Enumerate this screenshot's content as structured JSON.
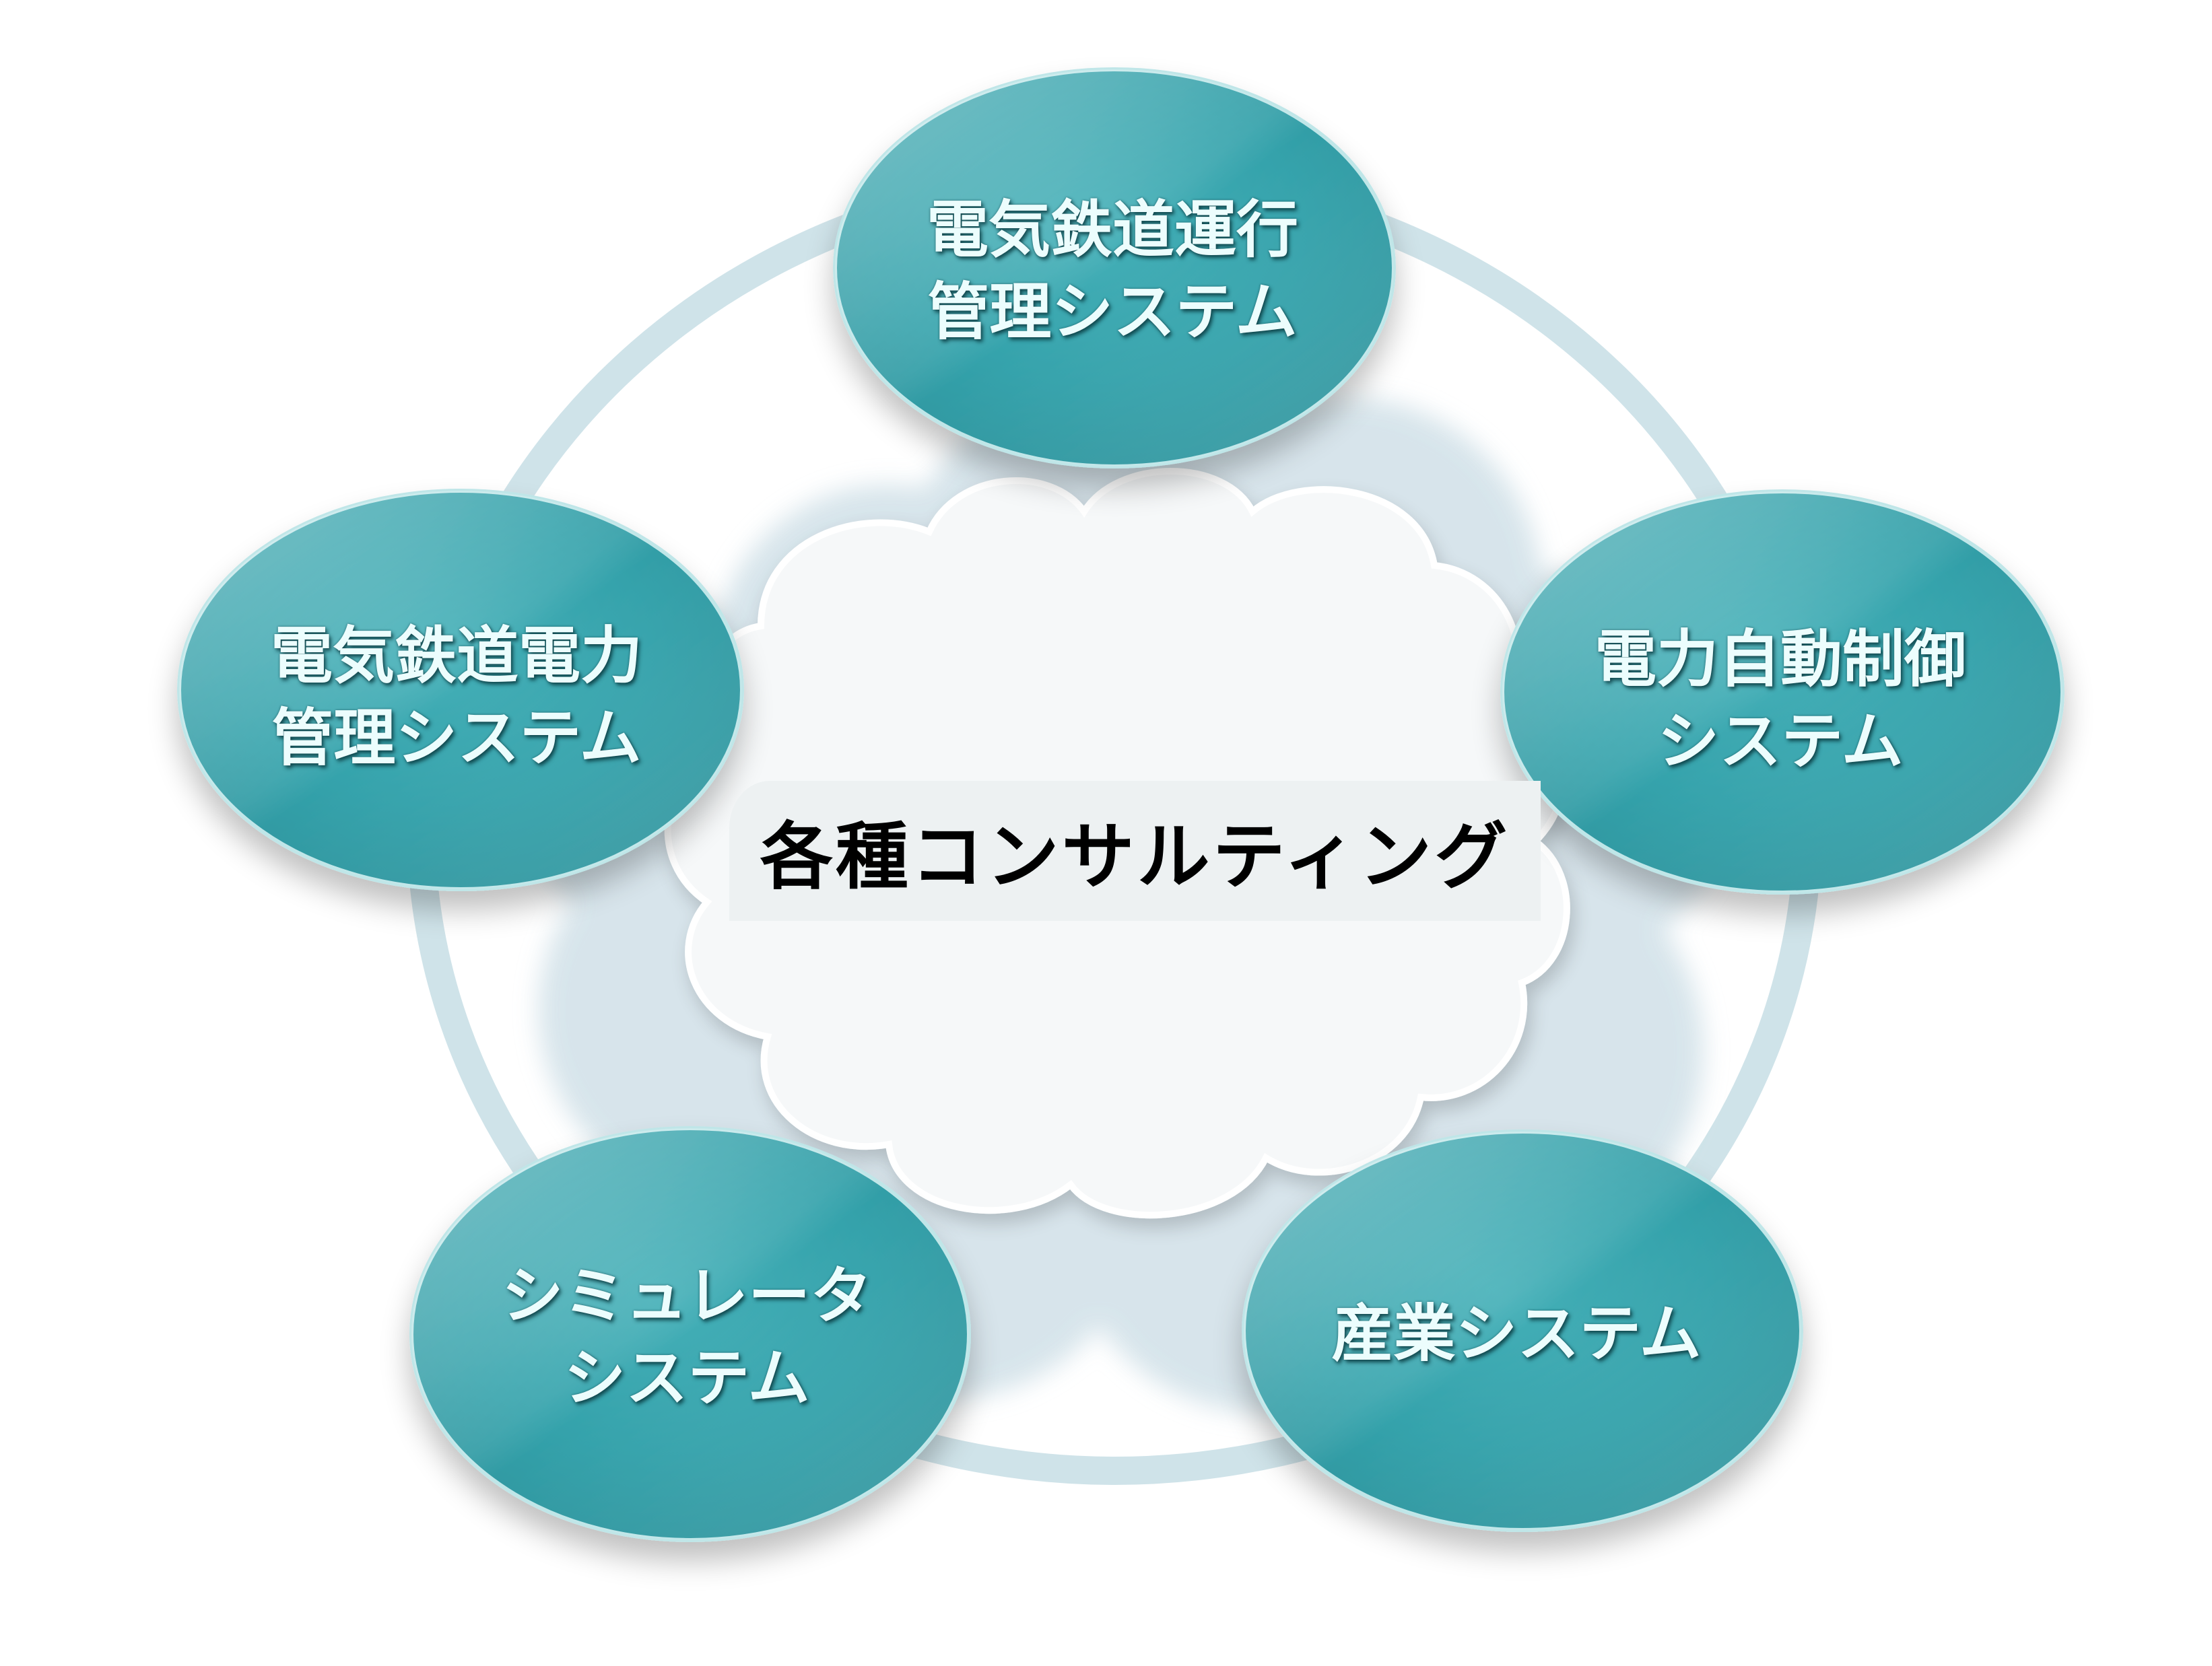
{
  "diagram": {
    "type": "hub-and-spoke",
    "center": {
      "label": "各種コンサルティング",
      "cloud_color": "#f4f6f7",
      "label_bg": "#edf1f2"
    },
    "ring_color": "#cfe3e9",
    "node_color": "#3aa6ae",
    "node_text_color": "#ecfdfd",
    "nodes": [
      {
        "id": "top",
        "lines": [
          "電気鉄道運行",
          "管理システム"
        ]
      },
      {
        "id": "left",
        "lines": [
          "電気鉄道電力",
          "管理システム"
        ]
      },
      {
        "id": "right",
        "lines": [
          "電力自動制御",
          "システム"
        ]
      },
      {
        "id": "bottom-left",
        "lines": [
          "シミュレータ",
          "システム"
        ]
      },
      {
        "id": "bottom-right",
        "lines": [
          "産業システム"
        ]
      }
    ]
  }
}
